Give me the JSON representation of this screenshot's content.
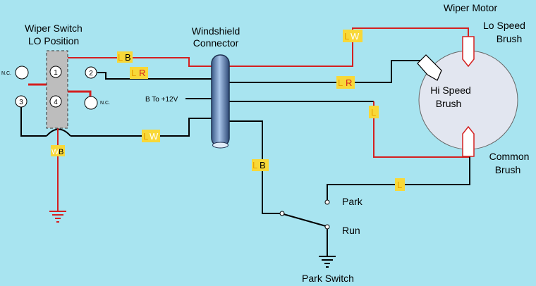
{
  "labels": {
    "wiper_switch_line1": "Wiper Switch",
    "wiper_switch_line2": "LO Position",
    "connector_line1": "Windshield",
    "connector_line2": "Connector",
    "wiper_motor": "Wiper Motor",
    "lo_speed_line1": "Lo Speed",
    "lo_speed_line2": "Brush",
    "hi_speed_line1": "Hi Speed",
    "hi_speed_line2": "Brush",
    "common_line1": "Common",
    "common_line2": "Brush",
    "park": "Park",
    "run": "Run",
    "park_switch": "Park Switch",
    "battery": "B To +12V",
    "nc": "N.C."
  },
  "terminals": [
    "1",
    "2",
    "3",
    "4"
  ],
  "wire_tags": {
    "lb_top": [
      "L",
      "B"
    ],
    "lr_left": [
      "L",
      "R"
    ],
    "lw_bottom": [
      "L",
      "W"
    ],
    "wb": [
      "W",
      "B"
    ],
    "lw_top": [
      "L",
      "W"
    ],
    "lr_right": [
      "L",
      "R"
    ],
    "l_mid": [
      "L",
      ""
    ],
    "lb_down": [
      "L",
      "B"
    ],
    "l_park": [
      "L",
      ""
    ]
  },
  "colors": {
    "background": "#a8e4f0",
    "wire_red": "#d42020",
    "wire_black": "#000000",
    "tag_fill": "#f8d838",
    "tag_L": "#e8a000",
    "tag_B": "#000000",
    "tag_R": "#d42020",
    "tag_W": "#ffffff",
    "motor_fill": "#e2e6f0",
    "connector": "#5a7aa8"
  }
}
